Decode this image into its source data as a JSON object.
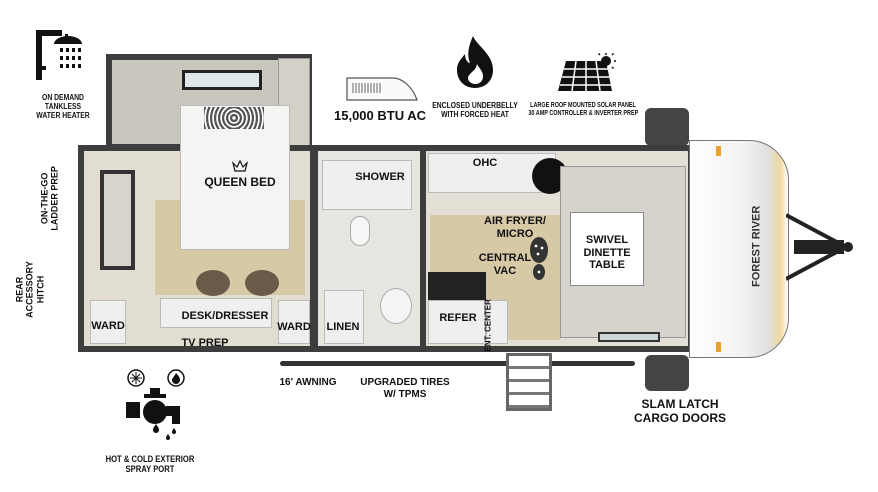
{
  "features": {
    "water_heater": [
      "ON DEMAND",
      "TANKLESS",
      "WATER HEATER"
    ],
    "ac": "15,000 BTU AC",
    "underbelly": [
      "ENCLOSED UNDERBELLY",
      "WITH FORCED HEAT"
    ],
    "solar": [
      "LARGE ROOF MOUNTED SOLAR PANEL",
      "30 AMP CONTROLLER & INVERTER PREP"
    ],
    "ladder": [
      "ON-THE-GO",
      "LADDER PREP"
    ],
    "hitch": [
      "REAR",
      "ACCESSORY",
      "HITCH"
    ],
    "awning": "16' AWNING",
    "tires": [
      "UPGRADED TIRES",
      "W/ TPMS"
    ],
    "cargo": [
      "SLAM LATCH",
      "CARGO DOORS"
    ],
    "spray": [
      "HOT & COLD EXTERIOR",
      "SPRAY PORT"
    ]
  },
  "rooms": {
    "queen_bed": "QUEEN BED",
    "shower": "SHOWER",
    "ohc": "OHC",
    "air_fryer": [
      "AIR FRYER/",
      "MICRO"
    ],
    "central_vac": [
      "CENTRAL",
      "VAC"
    ],
    "dinette": [
      "SWIVEL",
      "DINETTE",
      "TABLE"
    ],
    "ward_left": "WARD",
    "desk": "DESK/DRESSER",
    "ward_right": "WARD",
    "linen": "LINEN",
    "refer": "REFER",
    "ent_center": "ENT. CENTER",
    "tv_prep": "TV PREP"
  },
  "brand": "FOREST RIVER",
  "colors": {
    "wall": "#3d3d3d",
    "floor": "#d9cdb0",
    "accent": "#e8a030"
  }
}
